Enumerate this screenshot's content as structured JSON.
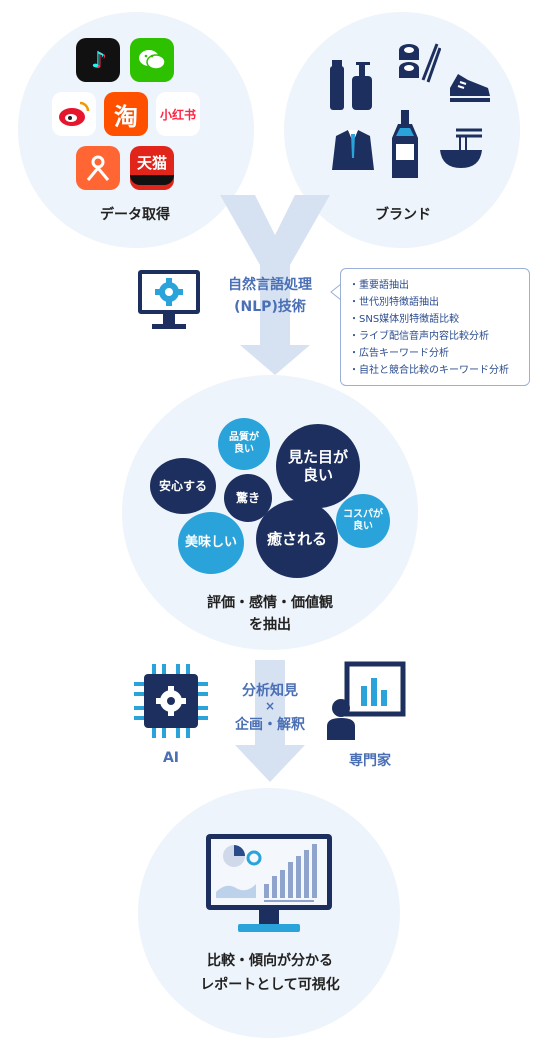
{
  "top": {
    "left_label": "データ取得",
    "right_label": "ブランド",
    "apps": [
      {
        "name": "tiktok-icon",
        "color": "#111111",
        "glyph": "♪"
      },
      {
        "name": "wechat-icon",
        "color": "#2dc100",
        "glyph": "◉"
      },
      {
        "name": "weibo-icon",
        "color": "#ffffff",
        "glyph": "◎"
      },
      {
        "name": "taobao-icon",
        "color": "#ff5000",
        "glyph": "淘"
      },
      {
        "name": "xiaohongshu-icon",
        "color": "#ffffff",
        "glyph": "小红书"
      },
      {
        "name": "dianping-icon",
        "color": "#ff6633",
        "glyph": "☺"
      },
      {
        "name": "tmall-icon",
        "color": "#e1251b",
        "glyph": "天猫"
      }
    ]
  },
  "nlp": {
    "title_line1": "自然言語処理",
    "title_line2": "(NLP)技術",
    "items": [
      "・重要語抽出",
      "・世代別特徴語抽出",
      "・SNS媒体別特徴語比較",
      "・ライブ配信音声内容比較分析",
      "・広告キーワード分析",
      "・自社と競合比較のキーワード分析"
    ]
  },
  "middle": {
    "bubbles": {
      "quality": "品質が\n良い",
      "looks": "見た目が\n良い",
      "relief": "安心する",
      "surprise": "驚き",
      "cospa": "コスパが\n良い",
      "tasty": "美味しい",
      "healing": "癒される"
    },
    "caption_line1": "評価・感情・価値観",
    "caption_line2": "を抽出"
  },
  "analysis": {
    "ai_label": "AI",
    "expert_label": "専門家",
    "center_line1": "分析知見",
    "center_line2": "×",
    "center_line3": "企画・解釈"
  },
  "bottom": {
    "caption_line1": "比較・傾向が分かる",
    "caption_line2": "レポートとして可視化"
  },
  "colors": {
    "navy": "#1c2f5e",
    "cyan": "#2aa3da",
    "circle_bg": "#eef4fb",
    "arrow": "#d6e2f2",
    "text_blue": "#4a6fb5"
  }
}
